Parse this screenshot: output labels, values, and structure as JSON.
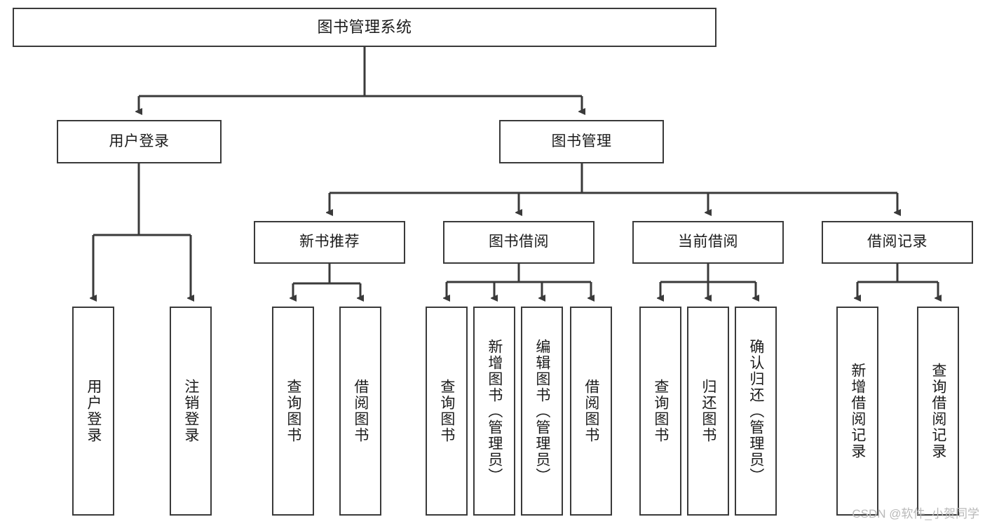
{
  "diagram": {
    "type": "hierarchy-tree",
    "title": "图书管理系统",
    "colors": {
      "box_border": "#3a3a3a",
      "box_fill": "#ffffff",
      "connector": "#3a3a3a",
      "text": "#1b1b1b",
      "watermark": "#b9b9b9"
    },
    "root": {
      "label": "图书管理系统"
    },
    "level1": [
      {
        "label": "用户登录"
      },
      {
        "label": "图书管理"
      }
    ],
    "level2": [
      {
        "label": "新书推荐"
      },
      {
        "label": "图书借阅"
      },
      {
        "label": "当前借阅"
      },
      {
        "label": "借阅记录"
      }
    ],
    "leaves": {
      "user_login": [
        {
          "label": "用户登录"
        },
        {
          "label": "注销登录"
        }
      ],
      "new_book_recommend": [
        {
          "label": "查询图书"
        },
        {
          "label": "借阅图书"
        }
      ],
      "book_borrow": [
        {
          "label": "查询图书"
        },
        {
          "label": "新增图书（管理员）"
        },
        {
          "label": "编辑图书（管理员）"
        },
        {
          "label": "借阅图书"
        }
      ],
      "current_borrow": [
        {
          "label": "查询图书"
        },
        {
          "label": "归还图书"
        },
        {
          "label": "确认归还（管理员）"
        }
      ],
      "borrow_record": [
        {
          "label": "新增借阅记录"
        },
        {
          "label": "查询借阅记录"
        }
      ]
    },
    "watermark": "CSDN @软件_小贺同学"
  }
}
